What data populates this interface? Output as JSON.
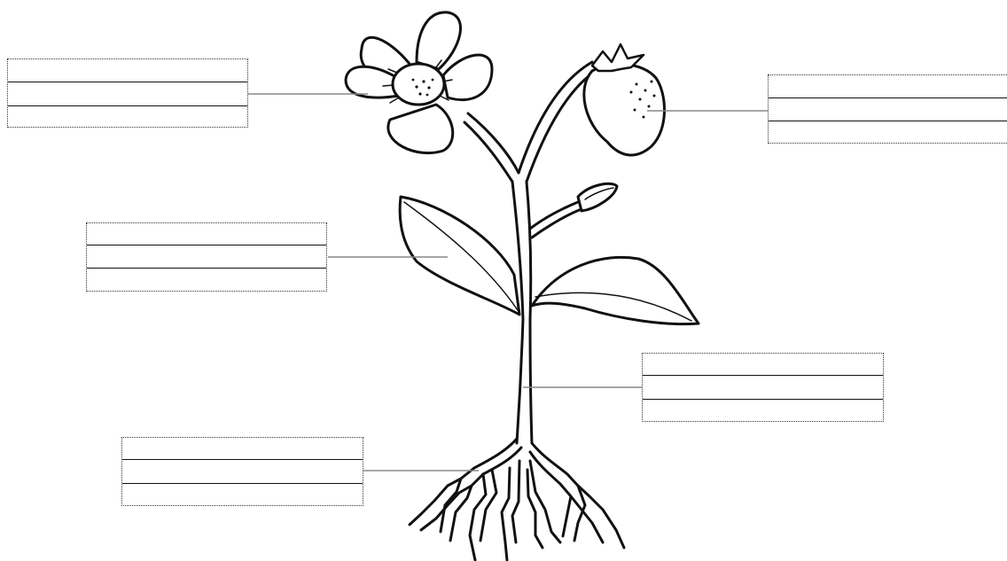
{
  "worksheet": {
    "label_boxes": [
      {
        "id": "box-flower",
        "target": "flower",
        "values": [
          "",
          "",
          ""
        ]
      },
      {
        "id": "box-leaf",
        "target": "leaf",
        "values": [
          "",
          "",
          ""
        ]
      },
      {
        "id": "box-roots",
        "target": "roots",
        "values": [
          "",
          "",
          ""
        ]
      },
      {
        "id": "box-fruit",
        "target": "fruit",
        "values": [
          "",
          "",
          ""
        ]
      },
      {
        "id": "box-stem",
        "target": "stem",
        "values": [
          "",
          "",
          ""
        ]
      }
    ]
  },
  "colors": {
    "line": "#111111",
    "leader": "#888888",
    "paper": "#ffffff"
  }
}
